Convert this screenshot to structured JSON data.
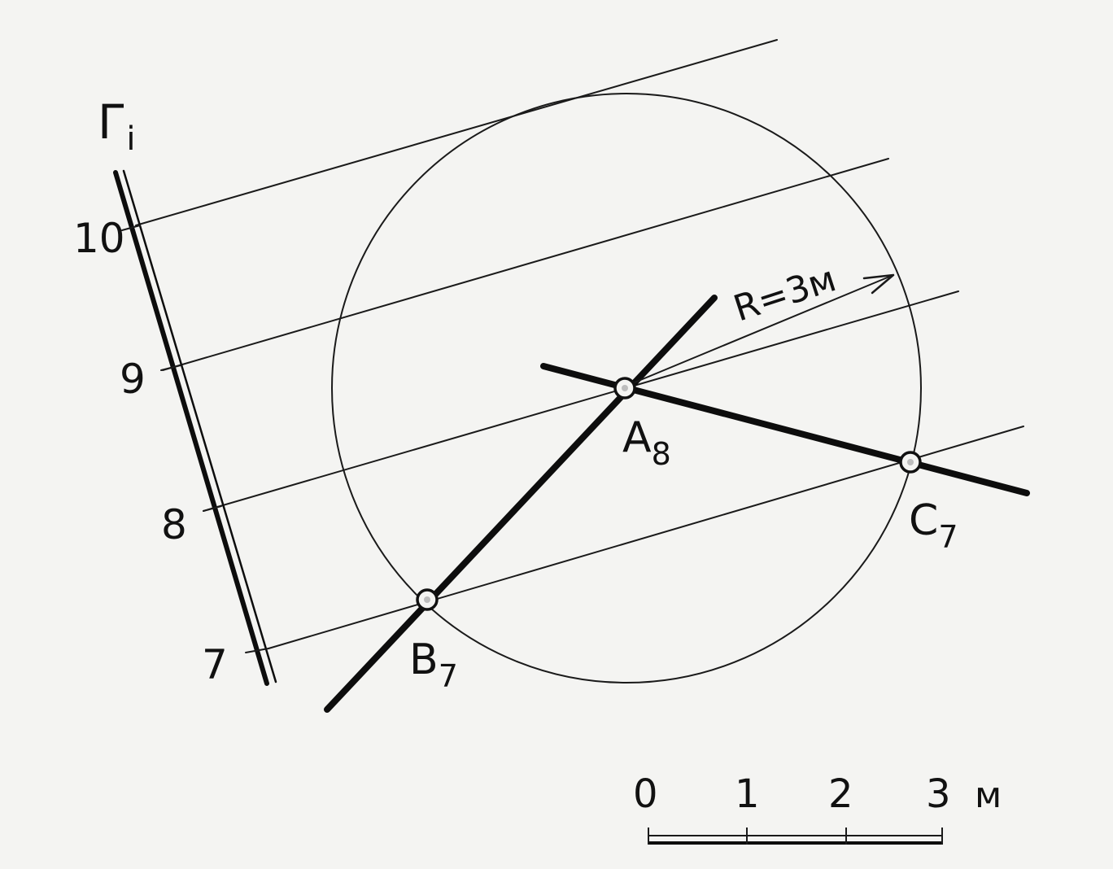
{
  "diagram": {
    "gradient_scale": {
      "label_main": "Г",
      "label_sub": "i",
      "levels": [
        "10",
        "9",
        "8",
        "7"
      ]
    },
    "radius_label": "R=3м",
    "points": [
      {
        "id": "A",
        "name": "A",
        "elevation": "8"
      },
      {
        "id": "B",
        "name": "B",
        "elevation": "7"
      },
      {
        "id": "C",
        "name": "C",
        "elevation": "7"
      }
    ],
    "linear_scale": {
      "ticks": [
        "0",
        "1",
        "2",
        "3"
      ],
      "unit": "м"
    },
    "colors": {
      "ink": "#111111",
      "paper": "#f4f4f2"
    }
  }
}
